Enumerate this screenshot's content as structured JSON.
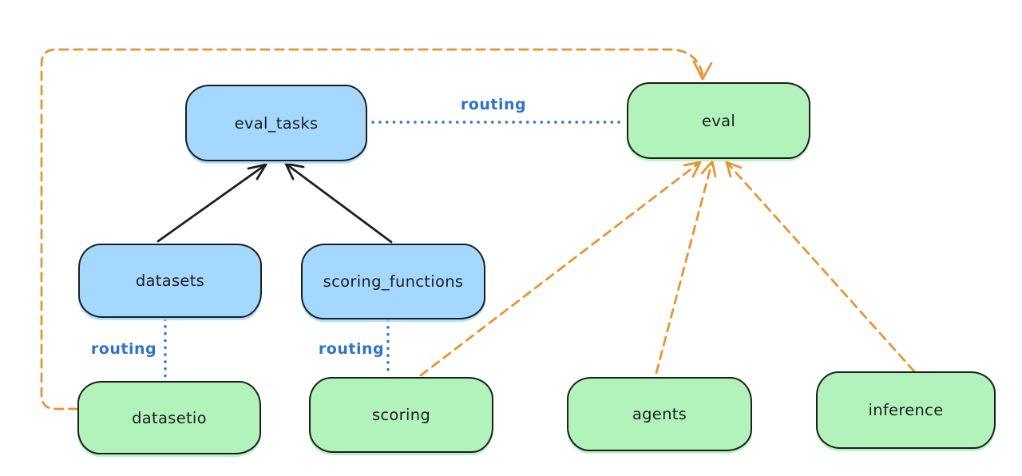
{
  "diagram": {
    "nodes": [
      {
        "id": "eval_tasks",
        "label": "eval_tasks",
        "fill": "blue"
      },
      {
        "id": "eval",
        "label": "eval",
        "fill": "green"
      },
      {
        "id": "datasets",
        "label": "datasets",
        "fill": "blue"
      },
      {
        "id": "scoring_functions",
        "label": "scoring_functions",
        "fill": "blue"
      },
      {
        "id": "datasetio",
        "label": "datasetio",
        "fill": "green"
      },
      {
        "id": "scoring",
        "label": "scoring",
        "fill": "green"
      },
      {
        "id": "agents",
        "label": "agents",
        "fill": "green"
      },
      {
        "id": "inference",
        "label": "inference",
        "fill": "green"
      }
    ],
    "edges": [
      {
        "from": "datasets",
        "to": "eval_tasks",
        "style": "solid-arrow",
        "color": "#1e1e1e"
      },
      {
        "from": "scoring_functions",
        "to": "eval_tasks",
        "style": "solid-arrow",
        "color": "#1e1e1e"
      },
      {
        "from": "eval_tasks",
        "to": "eval",
        "style": "dotted-line",
        "color": "#2e74c8",
        "label": "routing"
      },
      {
        "from": "datasets",
        "to": "datasetio",
        "style": "dotted-line",
        "color": "#2e74c8",
        "label": "routing"
      },
      {
        "from": "scoring_functions",
        "to": "scoring",
        "style": "dotted-line",
        "color": "#2e74c8",
        "label": "routing"
      },
      {
        "from": "datasetio",
        "to": "eval",
        "style": "dashed-arrow",
        "color": "#e8912d"
      },
      {
        "from": "scoring",
        "to": "eval",
        "style": "dashed-arrow",
        "color": "#e8912d"
      },
      {
        "from": "agents",
        "to": "eval",
        "style": "dashed-arrow",
        "color": "#e8912d"
      },
      {
        "from": "inference",
        "to": "eval",
        "style": "dashed-arrow",
        "color": "#e8912d"
      }
    ],
    "colors": {
      "node_blue_fill": "#a5d8ff",
      "node_green_fill": "#b2f2bb",
      "node_border": "#1e1e1e",
      "routing_blue": "#2e74c8",
      "arrow_orange": "#e8912d",
      "arrow_black": "#1e1e1e",
      "background": "#ffffff"
    }
  }
}
